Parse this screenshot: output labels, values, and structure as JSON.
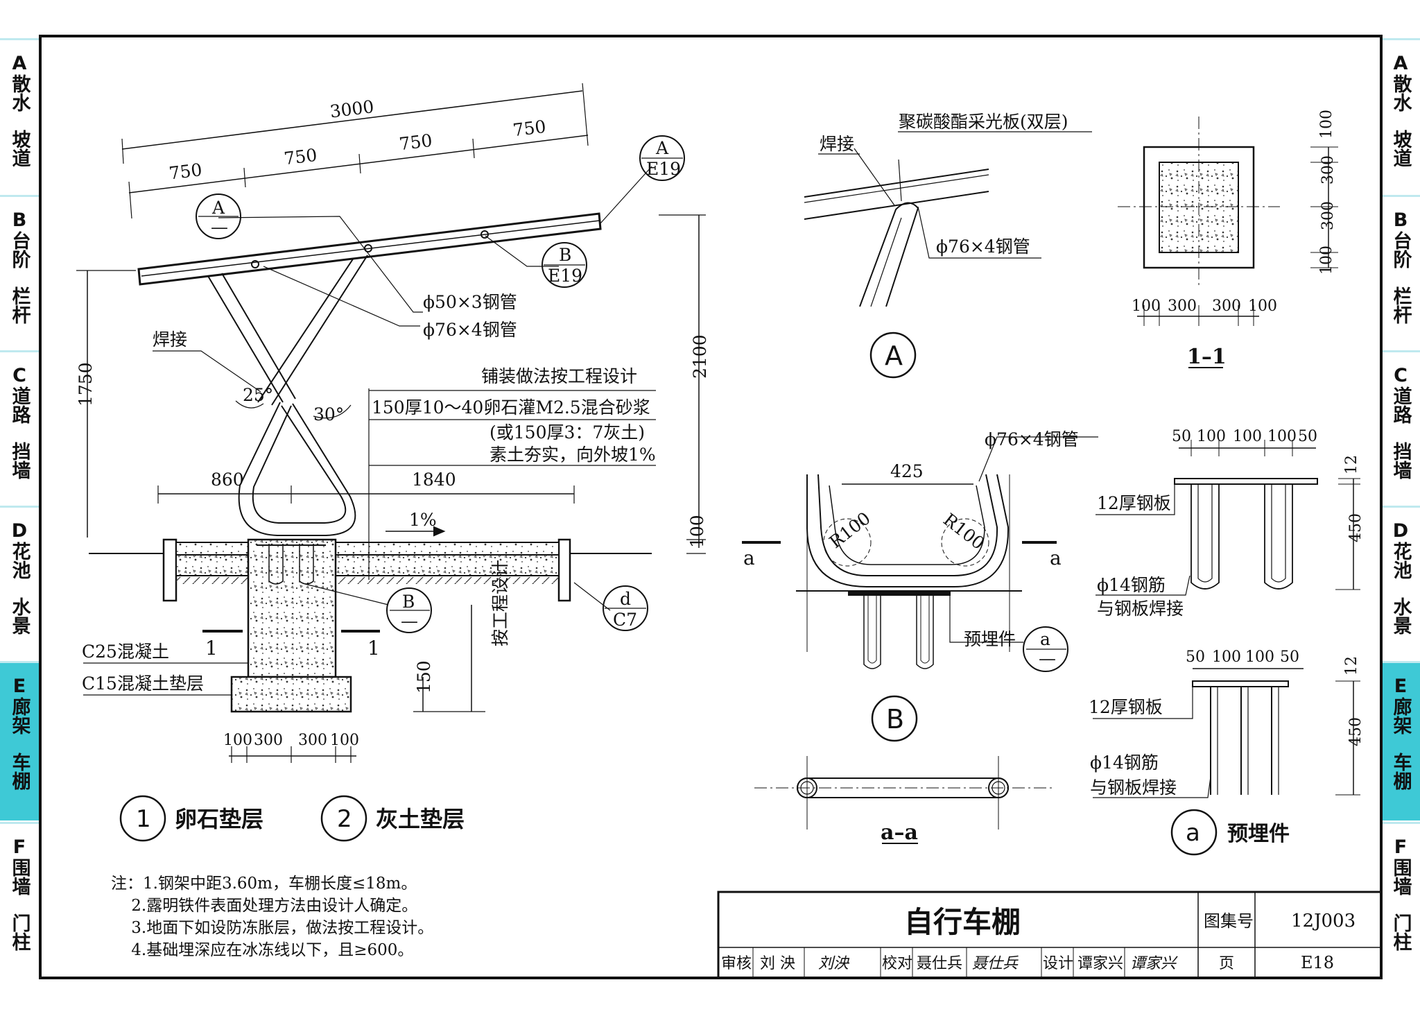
{
  "left_tabs": [
    {
      "letter": "A",
      "top": "散水",
      "bottom": "坡道"
    },
    {
      "letter": "B",
      "top": "台阶",
      "bottom": "栏杆"
    },
    {
      "letter": "C",
      "top": "道路",
      "bottom": "挡墙"
    },
    {
      "letter": "D",
      "top": "花池",
      "bottom": "水景"
    },
    {
      "letter": "E",
      "top": "廊架",
      "bottom": "车棚"
    },
    {
      "letter": "F",
      "top": "围墙",
      "bottom": "门柱"
    }
  ],
  "active_tab": "E",
  "main_elevation": {
    "dim_total": "3000",
    "dim_segments": [
      "750",
      "750",
      "750",
      "750"
    ],
    "dim_height_left": "1750",
    "dim_height_right": "2100",
    "dim_100": "100",
    "dim_860": "860",
    "dim_1840": "1840",
    "angle_25": "25°",
    "angle_30": "30°",
    "slope": "1%",
    "weld": "焊接",
    "pipe_50": "ϕ50×3钢管",
    "pipe_76": "ϕ76×4钢管",
    "paving_title": "铺装做法按工程设计",
    "paving_1": "150厚10～40卵石灌M2.5混合砂浆",
    "paving_2": "(或150厚3：7灰土)",
    "paving_3": "素土夯实，向外坡1%",
    "c25": "C25混凝土",
    "c15": "C15混凝土垫层",
    "cut_1": "1",
    "dim_150": "150",
    "per_design": "按工程设计",
    "bottom_dims": [
      "100",
      "300",
      "300",
      "100"
    ],
    "callout_A_top": "A",
    "callout_A_bot": "E19",
    "callout_B_top": "B",
    "callout_B_bot": "E19",
    "callout_d_top": "d",
    "callout_d_bot": "C7",
    "detail_A": "A",
    "detail_B": "B",
    "dash": "—"
  },
  "legend": [
    {
      "num": "1",
      "label": "卵石垫层"
    },
    {
      "num": "2",
      "label": "灰土垫层"
    }
  ],
  "detail_a_view": {
    "polycarbonate": "聚碳酸酯采光板(双层)",
    "weld": "焊接",
    "pipe": "ϕ76×4钢管",
    "label": "A"
  },
  "section_1_1": {
    "dims_right": [
      "100",
      "300",
      "300",
      "100"
    ],
    "dims_bottom": [
      "100",
      "300",
      "300",
      "100"
    ],
    "label": "1–1"
  },
  "detail_b_view": {
    "pipe": "ϕ76×4钢管",
    "dim": "425",
    "r_left": "R100",
    "r_right": "R100",
    "cut": "a",
    "embed": "预埋件",
    "embed_ref": "a",
    "label": "B",
    "section_label": "a–a"
  },
  "embed_detail": {
    "top_dims": [
      "50",
      "100",
      "100",
      "100",
      "50"
    ],
    "plate": "12厚钢板",
    "bar_1": "ϕ14钢筋",
    "bar_2": "与钢板焊接",
    "dim_12": "12",
    "dim_450": "450",
    "mid_dims": [
      "50",
      "100",
      "100",
      "50"
    ],
    "label_num": "a",
    "label_text": "预埋件"
  },
  "notes": [
    "注：1.钢架中距3.60m，车棚长度≤18m。",
    "    2.露明铁件表面处理方法由设计人确定。",
    "    3.地面下如设防冻胀层，做法按工程设计。",
    "    4.基础埋深应在冰冻线以下，且≥600。"
  ],
  "title_block": {
    "title": "自行车棚",
    "atlas_label": "图集号",
    "atlas_no": "12J003",
    "review": "审核",
    "review_name": "刘 泱",
    "review_sig": "刘泱",
    "check": "校对",
    "check_name": "聂仕兵",
    "check_sig": "聂仕兵",
    "design": "设计",
    "design_name": "谭家兴",
    "design_sig": "谭家兴",
    "page_label": "页",
    "page_no": "E18"
  }
}
